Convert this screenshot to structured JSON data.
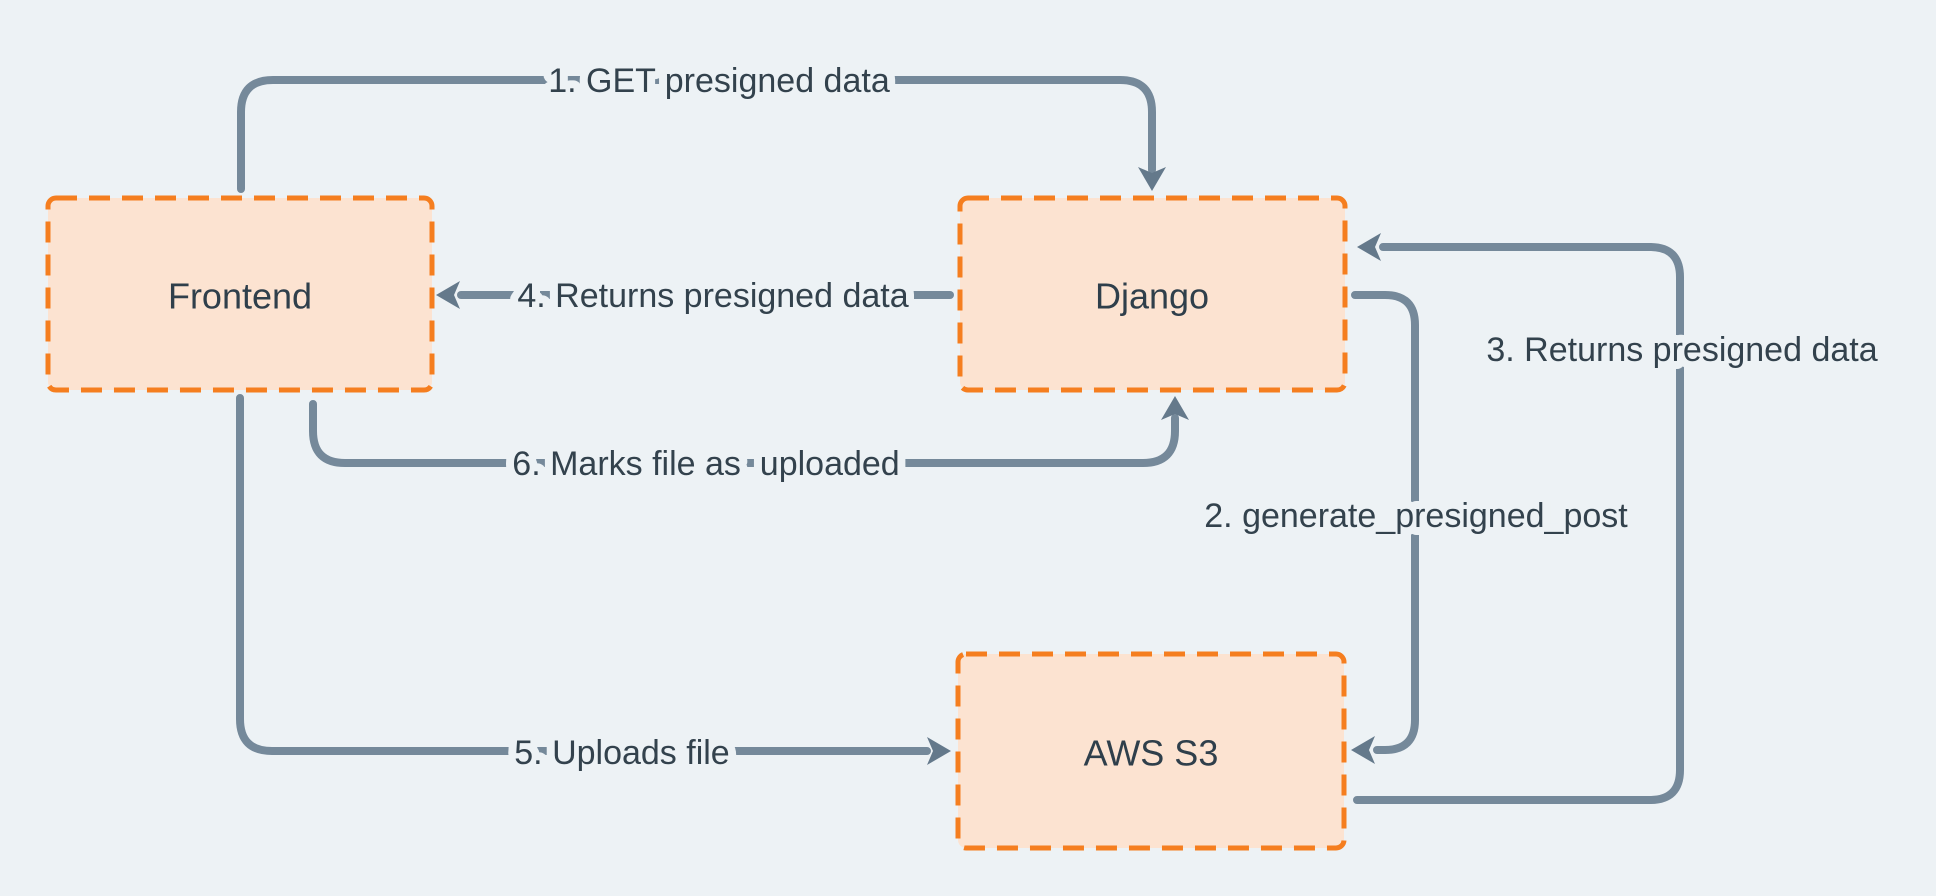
{
  "diagram": {
    "description_colors": {
      "background": "#edf2f5",
      "box_fill": "#fce3d1",
      "box_border_orange": "#f57e1f",
      "line_gray_blue": "#75899a",
      "arrowhead_gray_blue": "#64798b",
      "text_dark_slate": "#33424d"
    },
    "nodes": [
      {
        "id": "frontend",
        "label": "Frontend"
      },
      {
        "id": "django",
        "label": "Django"
      },
      {
        "id": "aws-s3",
        "label": "AWS S3"
      }
    ],
    "edges": [
      {
        "number": "1",
        "label": "1. GET presigned data",
        "from": "frontend",
        "to": "django"
      },
      {
        "number": "2",
        "label": "2. generate_presigned_post",
        "from": "django",
        "to": "aws-s3"
      },
      {
        "number": "3",
        "label": "3. Returns presigned data",
        "from": "aws-s3",
        "to": "django"
      },
      {
        "number": "4",
        "label": "4. Returns presigned data",
        "from": "django",
        "to": "frontend"
      },
      {
        "number": "5",
        "label": "5. Uploads file",
        "from": "frontend",
        "to": "aws-s3"
      },
      {
        "number": "6",
        "label": "6. Marks file as  uploaded",
        "from": "frontend",
        "to": "django"
      }
    ]
  }
}
